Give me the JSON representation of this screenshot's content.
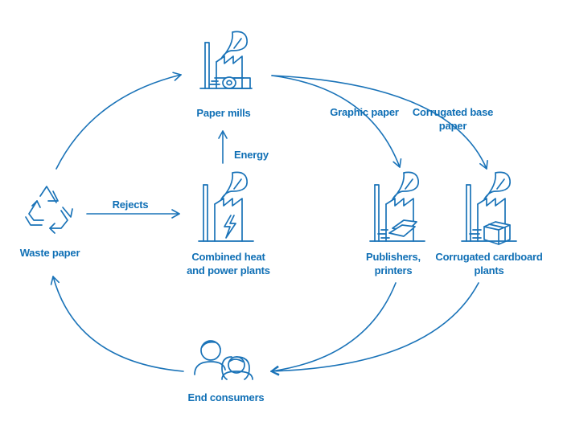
{
  "nodes": {
    "paper_mills": "Paper mills",
    "waste_paper": "Waste paper",
    "chp": "Combined heat and power plants",
    "publishers": "Publishers, printers",
    "cardboard": "Corrugated cardboard plants",
    "consumers": "End consumers"
  },
  "flows": {
    "energy": "Energy",
    "rejects": "Rejects",
    "graphic": "Graphic paper",
    "corrugated_base": "Corrugated base paper"
  },
  "colors": {
    "accent": "#1a73b8",
    "text": "#0f6fb5"
  },
  "icons": {
    "paper_mills": "factory-paper-roll-icon",
    "waste_paper": "recycle-icon",
    "chp": "factory-lightning-icon",
    "publishers": "factory-paper-stack-icon",
    "cardboard": "factory-box-icon",
    "consumers": "people-icon"
  }
}
